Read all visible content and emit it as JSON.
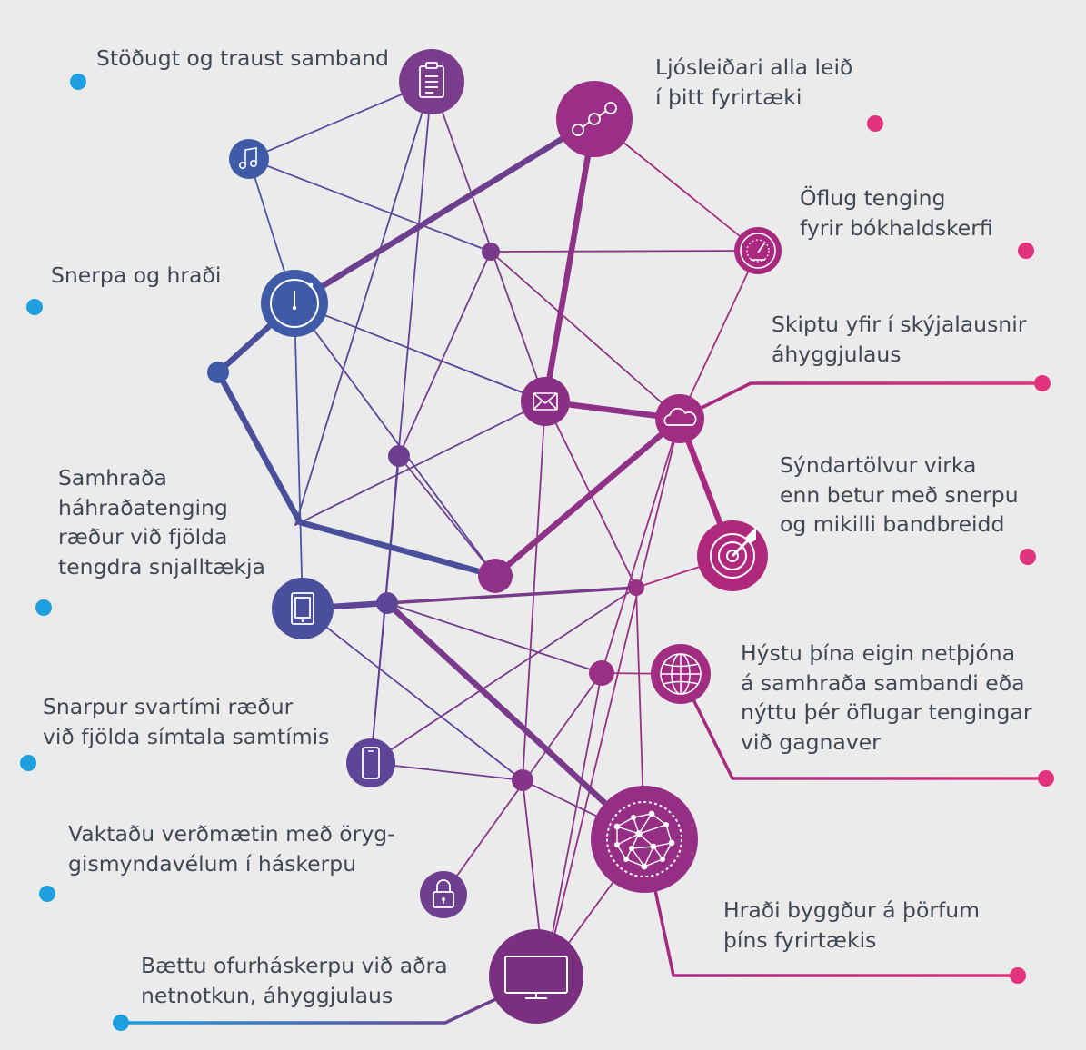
{
  "colors": {
    "background": "#ebebeb",
    "text": "#3f4753",
    "blue": "#1e9fe0",
    "deep_blue": "#3f5aa6",
    "purple": "#7a3d8c",
    "magenta": "#b0287c",
    "pink": "#e2347c"
  },
  "labels": {
    "stable": {
      "lines": [
        "Stöðugt og traust samband"
      ]
    },
    "lighthouse": {
      "lines": [
        "Ljósleiðari alla leið",
        "í þitt fyrirtæki"
      ]
    },
    "accounting": {
      "lines": [
        "Öflug tenging",
        "fyrir bókhaldskerfi"
      ]
    },
    "speed": {
      "lines": [
        "Snerpa og hraði"
      ]
    },
    "cloud": {
      "lines": [
        "Skiptu yfir í skýjalausnir",
        "áhyggjulaus"
      ]
    },
    "vr": {
      "lines": [
        "Sýndartölvur virka",
        "enn betur með snerpu",
        "og mikilli bandbreidd"
      ]
    },
    "symmetric": {
      "lines": [
        "Samhraða",
        "háhraðatenging",
        "ræður við fjölda",
        "tengdra snjalltækja"
      ]
    },
    "hosting": {
      "lines": [
        "Hýstu þína eigin netþjóna",
        "á samhraða sambandi eða",
        "nýttu þér öflugar tengingar",
        "við gagnaver"
      ]
    },
    "latency": {
      "lines": [
        "Snarpur svartími ræður",
        "við fjölda símtala samtímis"
      ]
    },
    "cameras": {
      "lines": [
        "Vaktaðu verðmætin með öryg-",
        "gismyndavélum í háskerpu"
      ]
    },
    "needs": {
      "lines": [
        "Hraði byggður á þörfum",
        "þíns fyrirtækis"
      ]
    },
    "ultrahd": {
      "lines": [
        "Bættu ofurháskerpu við aðra",
        "netnotkun, áhyggjulaus"
      ]
    }
  },
  "icons": {
    "clipboard": "clipboard-icon",
    "music": "music-note-icon",
    "stopwatch": "stopwatch-icon",
    "workflow": "workflow-icon",
    "gauge": "gauge-icon",
    "mail": "mail-icon",
    "cloud": "cloud-icon",
    "target": "target-icon",
    "tablet": "tablet-icon",
    "globe": "globe-icon",
    "phone": "phone-icon",
    "network": "network-globe-icon",
    "lock": "lock-icon",
    "monitor": "monitor-icon"
  }
}
